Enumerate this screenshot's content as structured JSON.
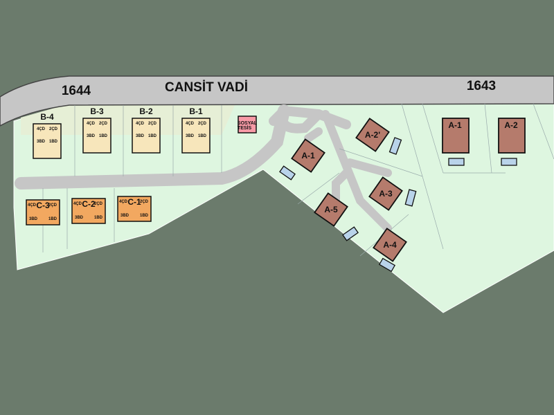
{
  "roads": {
    "name": "CANSİT VADİ",
    "parcel_left": "1644",
    "parcel_right": "1643"
  },
  "colors": {
    "background": "#6b7b6c",
    "land": "#def6e0",
    "road": "#c6c6c6",
    "b_block": "#f7e6bb",
    "c_block": "#f2a860",
    "a_villa": "#b57b6c",
    "social": "#f79aa6",
    "pool": "#b9d3ea"
  },
  "b_blocks": [
    {
      "label": "B-4",
      "units": [
        "4ÇD",
        "2ÇD",
        "3BD",
        "1BD"
      ]
    },
    {
      "label": "B-3",
      "units": [
        "4ÇD",
        "2ÇD",
        "3BD",
        "1BD"
      ]
    },
    {
      "label": "B-2",
      "units": [
        "4ÇD",
        "2ÇD",
        "3BD",
        "1BD"
      ]
    },
    {
      "label": "B-1",
      "units": [
        "4ÇD",
        "2ÇD",
        "3BD",
        "1BD"
      ]
    }
  ],
  "c_blocks": [
    {
      "label": "C-3",
      "units": [
        "4ÇD",
        "2ÇD",
        "3BD",
        "1BD"
      ]
    },
    {
      "label": "C-2",
      "units": [
        "4ÇD",
        "2ÇD",
        "3BD",
        "1BD"
      ]
    },
    {
      "label": "C-1",
      "units": [
        "4ÇD",
        "2ÇD",
        "3BD",
        "1BD"
      ]
    }
  ],
  "social": {
    "line1": "SOSYAL",
    "line2": "TESİS"
  },
  "villas_1644": [
    "A-1",
    "A-2'",
    "A-3",
    "A-4",
    "A-5"
  ],
  "villas_1643": [
    "A-1",
    "A-2"
  ]
}
